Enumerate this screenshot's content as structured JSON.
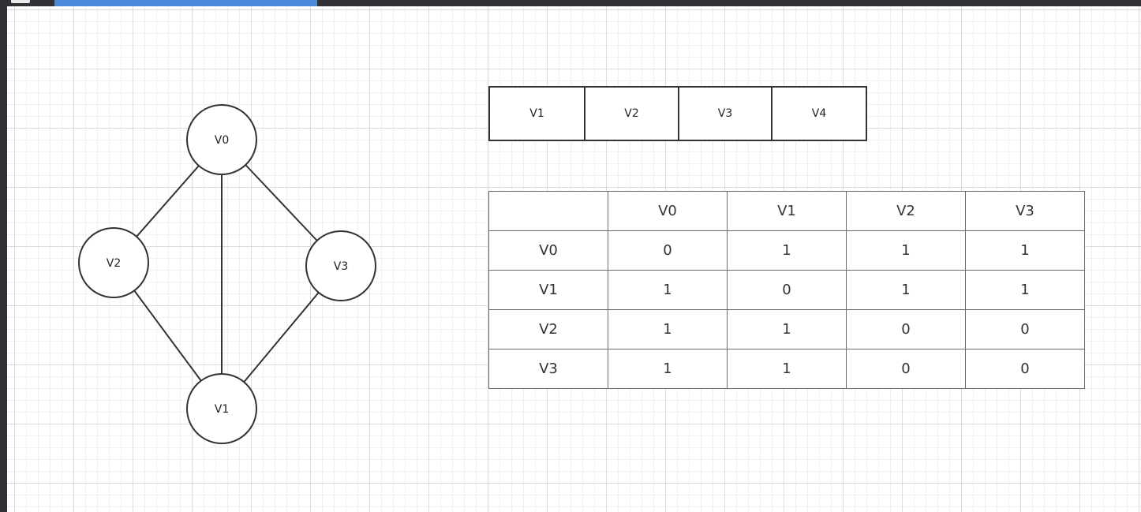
{
  "graph": {
    "nodes": [
      {
        "id": "V0",
        "label": "V0"
      },
      {
        "id": "V1",
        "label": "V1"
      },
      {
        "id": "V2",
        "label": "V2"
      },
      {
        "id": "V3",
        "label": "V3"
      }
    ],
    "edges": [
      [
        "V0",
        "V2"
      ],
      [
        "V0",
        "V1"
      ],
      [
        "V0",
        "V3"
      ],
      [
        "V2",
        "V1"
      ],
      [
        "V3",
        "V1"
      ]
    ]
  },
  "vertex_array": [
    "V1",
    "V2",
    "V3",
    "V4"
  ],
  "adjacency_matrix": {
    "corner": "",
    "col_headers": [
      "V0",
      "V1",
      "V2",
      "V3"
    ],
    "rows": [
      {
        "header": "V0",
        "cells": [
          "0",
          "1",
          "1",
          "1"
        ]
      },
      {
        "header": "V1",
        "cells": [
          "1",
          "0",
          "1",
          "1"
        ]
      },
      {
        "header": "V2",
        "cells": [
          "1",
          "1",
          "0",
          "0"
        ]
      },
      {
        "header": "V3",
        "cells": [
          "1",
          "1",
          "0",
          "0"
        ]
      }
    ]
  },
  "colors": {
    "canvas": "#ffffff",
    "stroke": "#333333",
    "chrome": "#2f3135",
    "accent": "#4a89dc"
  }
}
